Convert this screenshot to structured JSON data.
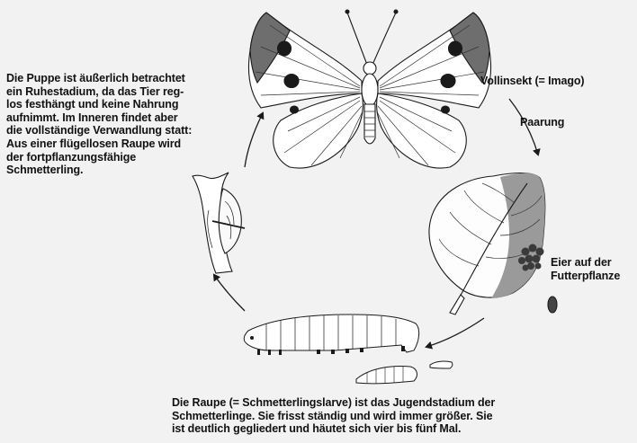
{
  "texts": {
    "pupa": "Die Puppe ist äußerlich betrachtet\nein Ruhestadium, da das Tier reg-\nlos festhängt und keine Nahrung\naufnimmt. Im Inneren findet aber\ndie vollständige Verwandlung statt:\nAus einer flügellosen Raupe wird\nder fortpflanzungsfähige\nSchmetterling.",
    "imago": "Vollinsekt (= Imago)",
    "mating": "Paarung",
    "eggs": "Eier auf der\nFutterpflanze",
    "larva": "Die Raupe (= Schmetterlingslarve) ist das Jugendstadium der\nSchmetterlinge. Sie frisst ständig und wird immer größer. Sie\nist deutlich gegliedert und häutet sich vier bis fünf Mal."
  },
  "colors": {
    "wing_tip": "#6e6e6e",
    "leaf_shade": "#9a9a9a",
    "eggs": "#3a3a3a",
    "line": "#1a1a1a"
  }
}
